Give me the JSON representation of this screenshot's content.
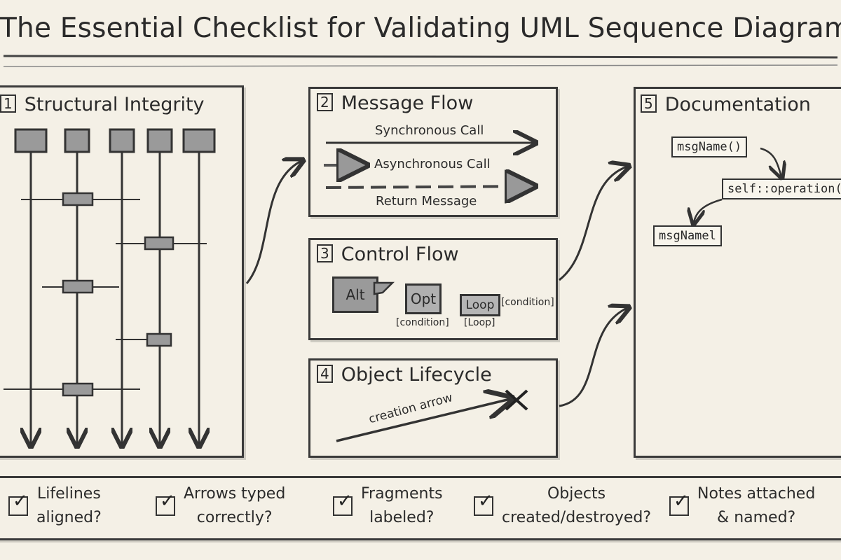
{
  "title": "The Essential Checklist for Validating UML Sequence Diagrams",
  "panels": {
    "structural": {
      "number": "1",
      "title": "Structural Integrity"
    },
    "message_flow": {
      "number": "2",
      "title": "Message Flow",
      "synchronous": "Synchronous Call",
      "asynchronous": "Asynchronous Call",
      "return": "Return Message"
    },
    "control_flow": {
      "number": "3",
      "title": "Control Flow",
      "alt": "Alt",
      "opt": "Opt",
      "loop": "Loop",
      "loop_condition": "[condition]",
      "opt_condition": "[condition]",
      "loop_label": "[Loop]"
    },
    "lifecycle": {
      "number": "4",
      "title": "Object Lifecycle",
      "creation_arrow": "creation arrow"
    },
    "documentation": {
      "number": "5",
      "title": "Documentation",
      "note1": "msgName()",
      "note2": "self::operation()",
      "note3": "msgNamel"
    }
  },
  "checklist": [
    {
      "line1": "Lifelines",
      "line2": "aligned?",
      "checked": true
    },
    {
      "line1": "Arrows typed",
      "line2": "correctly?",
      "checked": true
    },
    {
      "line1": "Fragments",
      "line2": "labeled?",
      "checked": true
    },
    {
      "line1": "Objects",
      "line2": "created/destroyed?",
      "checked": true
    },
    {
      "line1": "Notes attached",
      "line2": "& named?",
      "checked": true
    }
  ],
  "icons": [
    "check-icon",
    "cross-icon",
    "arrow-icon"
  ],
  "colors": {
    "background": "#f4f0e6",
    "ink": "#2b2b2b",
    "box_fill": "#9a9a9a"
  }
}
